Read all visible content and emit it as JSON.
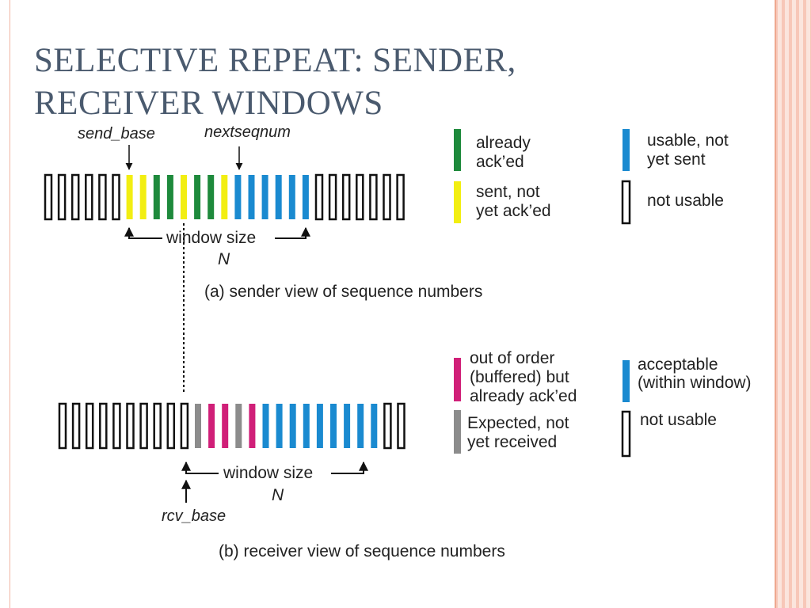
{
  "title": {
    "line1": "SELECTIVE REPEAT: SENDER,",
    "line2": "RECEIVER WINDOWS"
  },
  "colors": {
    "acked": "#1e8a3c",
    "sent_not_acked": "#f2ee12",
    "usable": "#1a8ad0",
    "out_of_order": "#d01f78",
    "expected": "#8c8c8c",
    "not_usable": "#ffffff",
    "outline": "#111111"
  },
  "sender": {
    "send_base_label": "send_base",
    "nextseqnum_label": "nextseqnum",
    "window_size_label": "window size",
    "n_label": "N",
    "caption": "(a) sender view of sequence numbers",
    "slots": [
      "not_usable",
      "not_usable",
      "not_usable",
      "not_usable",
      "not_usable",
      "not_usable",
      "sent_not_acked",
      "sent_not_acked",
      "acked",
      "acked",
      "sent_not_acked",
      "acked",
      "acked",
      "sent_not_acked",
      "usable",
      "usable",
      "usable",
      "usable",
      "usable",
      "usable",
      "not_usable",
      "not_usable",
      "not_usable",
      "not_usable",
      "not_usable",
      "not_usable",
      "not_usable"
    ],
    "legend": [
      {
        "kind": "acked",
        "line1": "already",
        "line2": "ack’ed"
      },
      {
        "kind": "usable",
        "line1": "usable, not",
        "line2": "yet sent"
      },
      {
        "kind": "sent_not_acked",
        "line1": "sent, not",
        "line2": "yet ack’ed"
      },
      {
        "kind": "not_usable",
        "line1": "not usable",
        "line2": ""
      }
    ]
  },
  "receiver": {
    "rcv_base_label": "rcv_base",
    "window_size_label": "window size",
    "n_label": "N",
    "caption": "(b) receiver view of sequence numbers",
    "slots": [
      "not_usable",
      "not_usable",
      "not_usable",
      "not_usable",
      "not_usable",
      "not_usable",
      "not_usable",
      "not_usable",
      "not_usable",
      "not_usable",
      "expected",
      "out_of_order",
      "out_of_order",
      "expected",
      "out_of_order",
      "usable",
      "usable",
      "usable",
      "usable",
      "usable",
      "usable",
      "usable",
      "usable",
      "usable",
      "not_usable",
      "not_usable"
    ],
    "legend": [
      {
        "kind": "out_of_order",
        "line1": "out of order",
        "line2": "(buffered) but",
        "line3": "already ack’ed"
      },
      {
        "kind": "usable",
        "line1": "acceptable",
        "line2": "(within window)",
        "line3": ""
      },
      {
        "kind": "expected",
        "line1": "Expected,  not",
        "line2": "yet received",
        "line3": ""
      },
      {
        "kind": "not_usable",
        "line1": "not usable",
        "line2": "",
        "line3": ""
      }
    ]
  }
}
